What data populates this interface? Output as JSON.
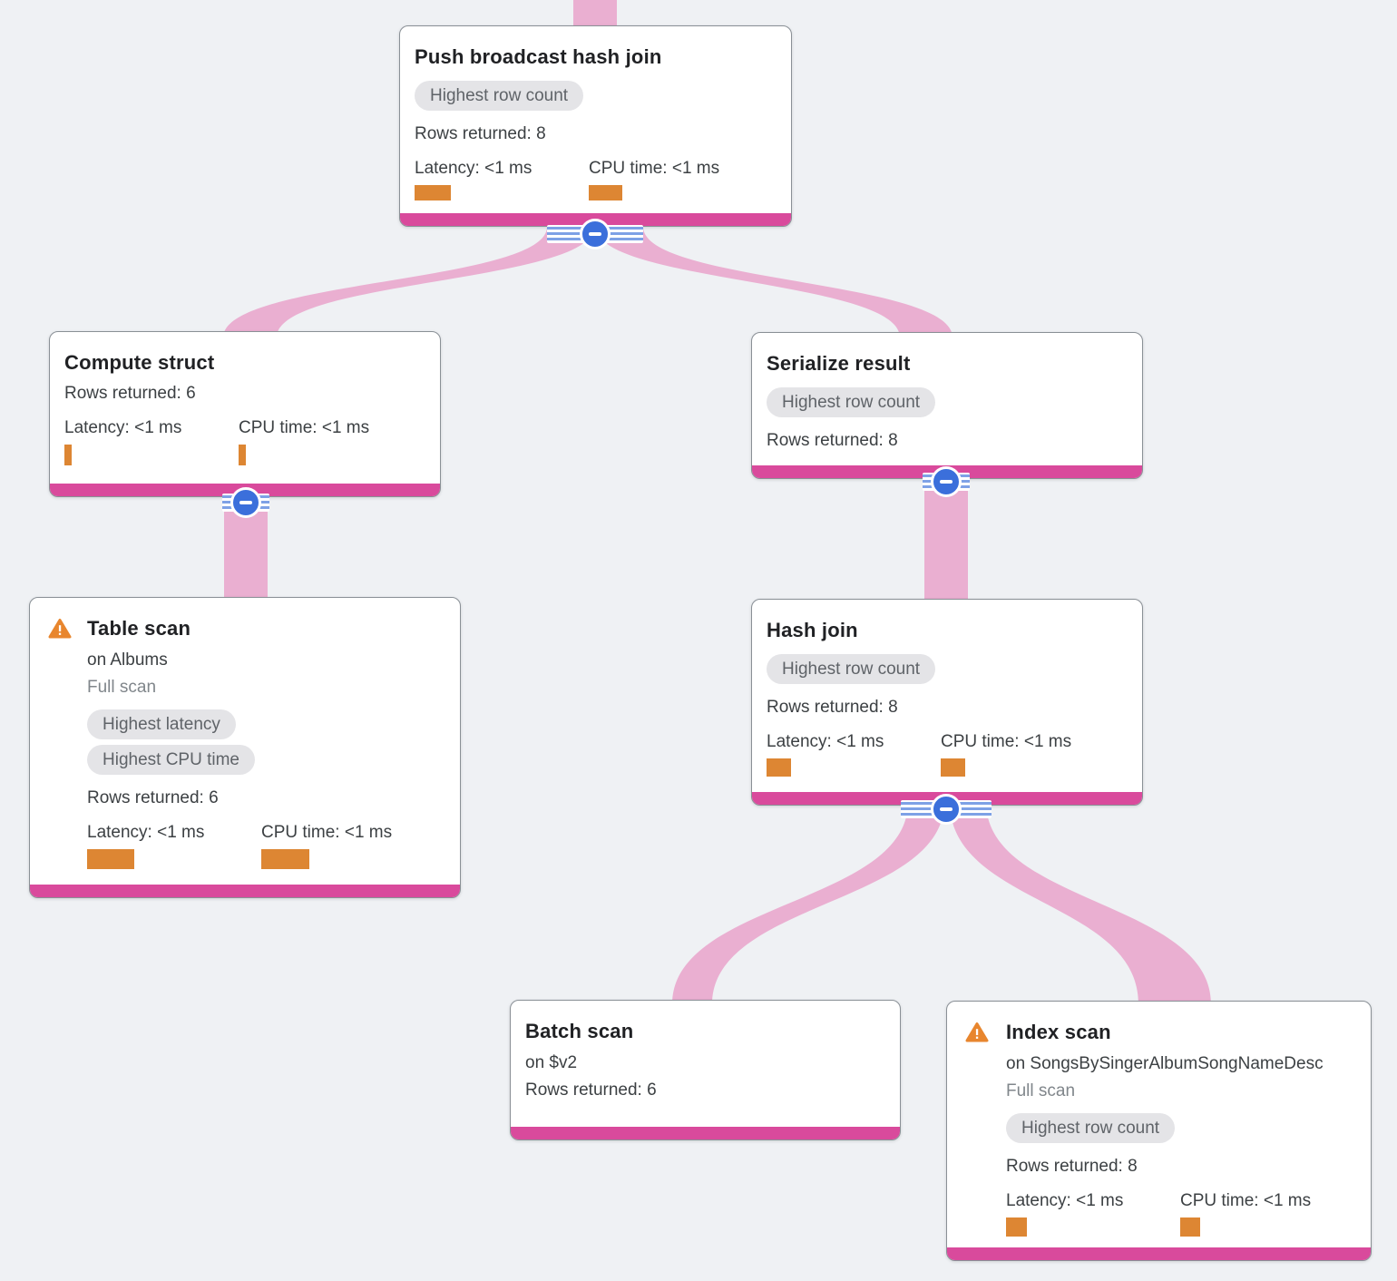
{
  "diagram": {
    "type": "query-execution-plan-tree",
    "colors": {
      "bg": "#eff1f4",
      "ribbon": "#eaafd1",
      "magenta": "#d94a9c",
      "orange": "#dd8633",
      "blue": "#3b6fdb",
      "stripe": "#7ea1e6",
      "badge-bg": "#e4e4e7",
      "badge-text": "#5f6368",
      "title": "#202124",
      "body": "#3c4043",
      "muted": "#80868b",
      "border": "#8a9096"
    },
    "nodes": [
      {
        "id": "push-broadcast-hash-join",
        "title": "Push broadcast hash join",
        "badges": [
          "Highest row count"
        ],
        "rows_returned": "Rows returned: 8",
        "latency_label": "Latency: <1 ms",
        "cpu_label": "CPU time: <1 ms",
        "latency_bar": {
          "w": 40,
          "h": 17
        },
        "cpu_bar": {
          "w": 37,
          "h": 17
        },
        "children": [
          "compute-struct",
          "serialize-result"
        ]
      },
      {
        "id": "compute-struct",
        "title": "Compute struct",
        "rows_returned": "Rows returned: 6",
        "latency_label": "Latency: <1 ms",
        "cpu_label": "CPU time: <1 ms",
        "latency_bar": {
          "w": 8,
          "h": 23
        },
        "cpu_bar": {
          "w": 8,
          "h": 23
        },
        "children": [
          "table-scan"
        ]
      },
      {
        "id": "serialize-result",
        "title": "Serialize result",
        "badges": [
          "Highest row count"
        ],
        "rows_returned": "Rows returned: 8",
        "children": [
          "hash-join"
        ]
      },
      {
        "id": "table-scan",
        "title": "Table scan",
        "warning": true,
        "target": "on Albums",
        "scan_type": "Full scan",
        "badges": [
          "Highest latency",
          "Highest CPU time"
        ],
        "rows_returned": "Rows returned: 6",
        "latency_label": "Latency: <1 ms",
        "cpu_label": "CPU time: <1 ms",
        "latency_bar": {
          "w": 52,
          "h": 22
        },
        "cpu_bar": {
          "w": 53,
          "h": 22
        },
        "children": []
      },
      {
        "id": "hash-join",
        "title": "Hash join",
        "badges": [
          "Highest row count"
        ],
        "rows_returned": "Rows returned: 8",
        "latency_label": "Latency: <1 ms",
        "cpu_label": "CPU time: <1 ms",
        "latency_bar": {
          "w": 27,
          "h": 20
        },
        "cpu_bar": {
          "w": 27,
          "h": 20
        },
        "children": [
          "batch-scan",
          "index-scan"
        ]
      },
      {
        "id": "batch-scan",
        "title": "Batch scan",
        "target": "on $v2",
        "rows_returned": "Rows returned: 6",
        "children": []
      },
      {
        "id": "index-scan",
        "title": "Index scan",
        "warning": true,
        "target": "on SongsBySingerAlbumSongNameDesc",
        "scan_type": "Full scan",
        "badges": [
          "Highest row count"
        ],
        "rows_returned": "Rows returned: 8",
        "latency_label": "Latency: <1 ms",
        "cpu_label": "CPU time: <1 ms",
        "latency_bar": {
          "w": 23,
          "h": 21
        },
        "cpu_bar": {
          "w": 22,
          "h": 21
        },
        "children": []
      }
    ]
  }
}
